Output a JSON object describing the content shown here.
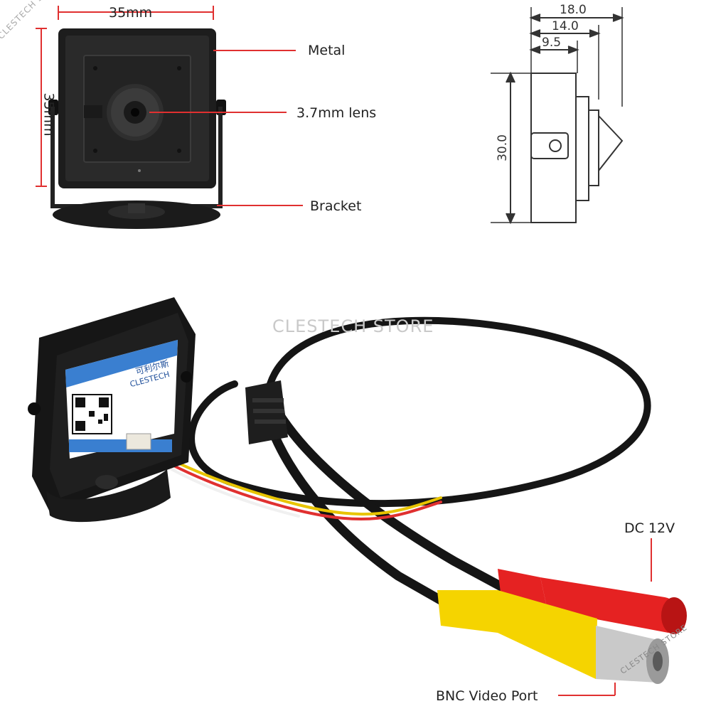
{
  "watermark": {
    "top_left": "CLESTECH STORE",
    "center": "CLESTECH  STORE",
    "bottom_right": "CLESTECH STORE"
  },
  "front_view": {
    "width_dim": "35mm",
    "height_dim": "35mm",
    "callouts": {
      "metal": "Metal",
      "lens": "3.7mm lens",
      "bracket": "Bracket"
    }
  },
  "side_view": {
    "dims": {
      "d1": "18.0",
      "d2": "14.0",
      "d3": "9.5",
      "height": "30.0"
    }
  },
  "rear_view": {
    "sticker": {
      "brand_cn": "可利尔斯",
      "brand_en": "CLESTECH"
    },
    "callouts": {
      "dc": "DC 12V",
      "bnc": "BNC Video Port"
    }
  },
  "colors": {
    "callout_line": "#e03030",
    "camera_body": "#1a1a1a",
    "sticker_blue": "#3a7fd0",
    "dc_red": "#e52222",
    "bnc_yellow": "#f5d400"
  }
}
